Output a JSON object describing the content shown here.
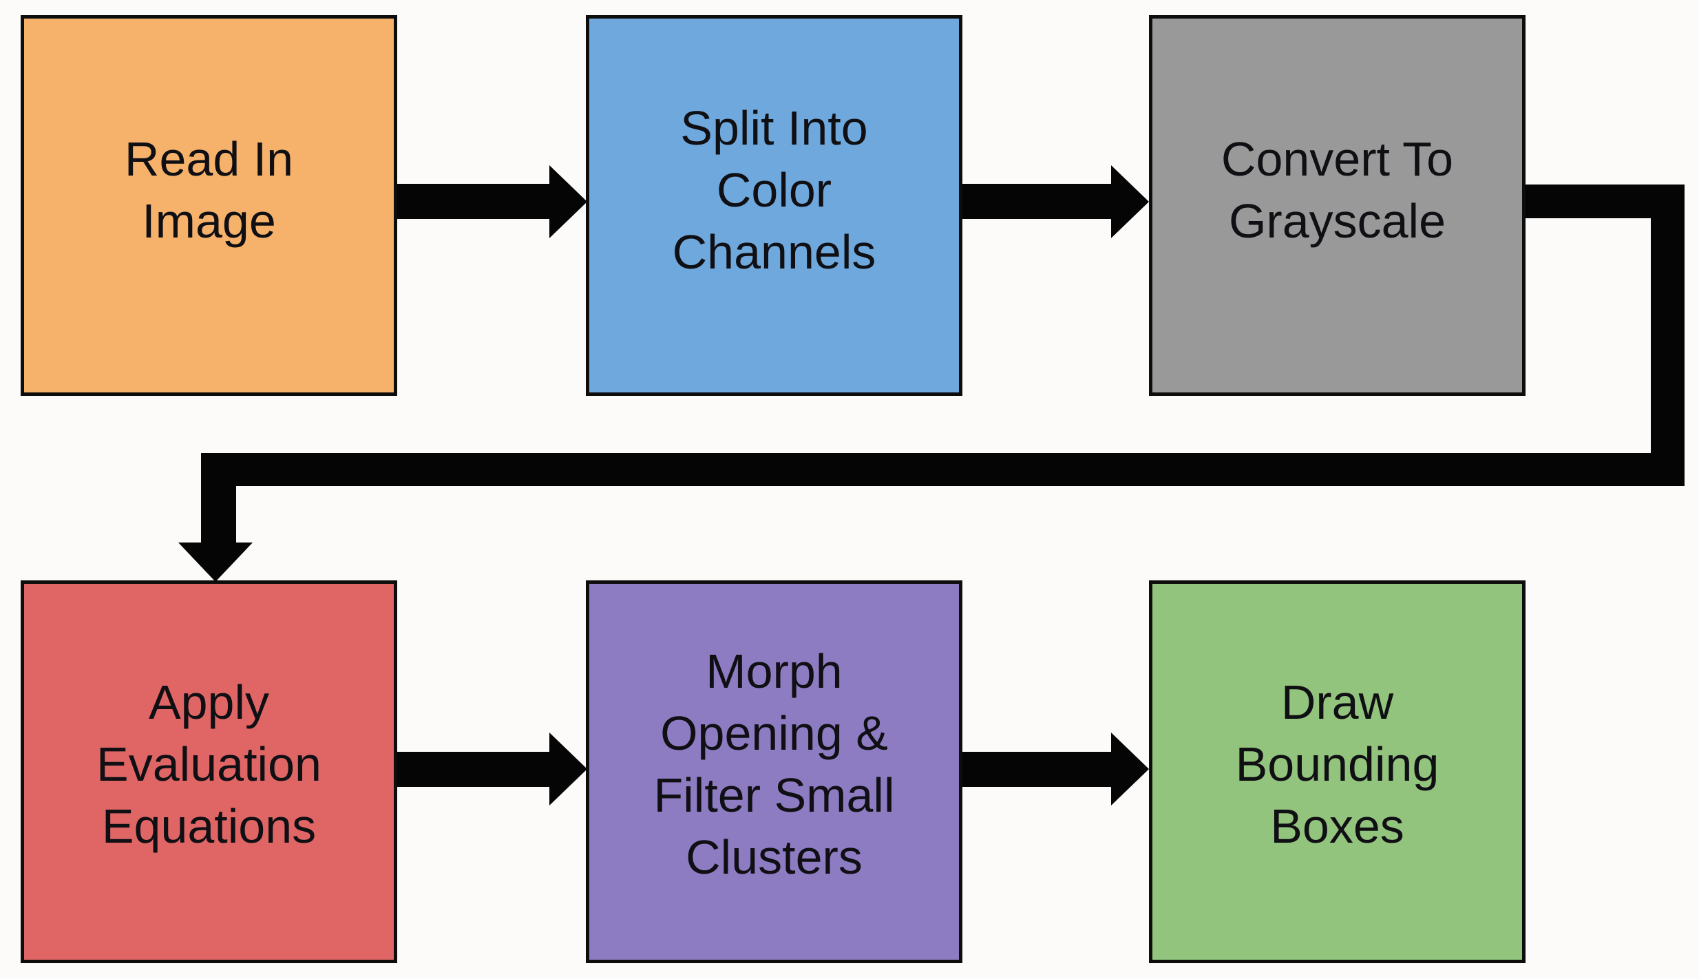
{
  "diagram": {
    "background": "#fcfbf9",
    "node_border_color": "#0d0d0d",
    "arrow_color": "#050505",
    "text_color": "#0f0f14",
    "nodes": [
      {
        "id": "read-in-image",
        "label": "Read In\nImage",
        "fill": "#f6b26b"
      },
      {
        "id": "split-into-color-channels",
        "label": "Split Into\nColor\nChannels",
        "fill": "#6fa8dc"
      },
      {
        "id": "convert-to-grayscale",
        "label": "Convert To\nGrayscale",
        "fill": "#999999"
      },
      {
        "id": "apply-evaluation-equations",
        "label": "Apply\nEvaluation\nEquations",
        "fill": "#e06666"
      },
      {
        "id": "morph-opening-filter-small-clusters",
        "label": "Morph\nOpening &\nFilter Small\nClusters",
        "fill": "#8e7cc3"
      },
      {
        "id": "draw-bounding-boxes",
        "label": "Draw\nBounding\nBoxes",
        "fill": "#93c47d"
      }
    ],
    "edges": [
      {
        "from": "read-in-image",
        "to": "split-into-color-channels"
      },
      {
        "from": "split-into-color-channels",
        "to": "convert-to-grayscale"
      },
      {
        "from": "convert-to-grayscale",
        "to": "apply-evaluation-equations"
      },
      {
        "from": "apply-evaluation-equations",
        "to": "morph-opening-filter-small-clusters"
      },
      {
        "from": "morph-opening-filter-small-clusters",
        "to": "draw-bounding-boxes"
      }
    ]
  }
}
